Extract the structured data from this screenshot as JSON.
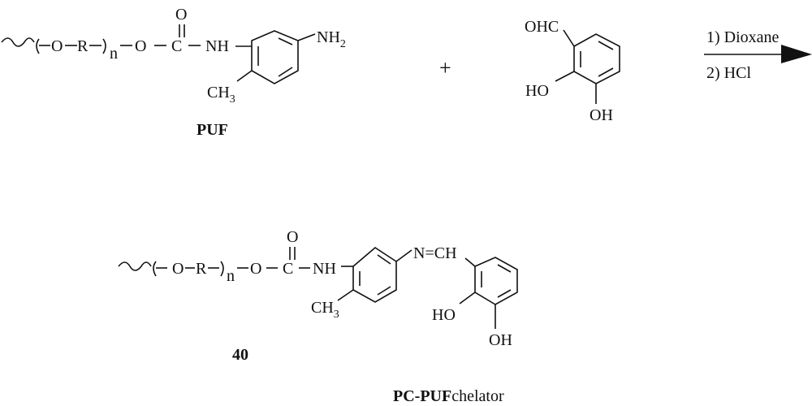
{
  "reactant1": {
    "atoms": {
      "o1": "O",
      "r": "R",
      "n": "n",
      "o2": "O",
      "c": "C",
      "o_carbonyl": "O",
      "nh": "NH",
      "nh2_main": "NH",
      "nh2_sub": "2",
      "ch3_main": "CH",
      "ch3_sub": "3"
    },
    "label": "PUF"
  },
  "plus": "+",
  "reactant2": {
    "atoms": {
      "ohc": "OHC",
      "ho": "HO",
      "oh": "OH"
    }
  },
  "arrow": {
    "condition1": "1) Dioxane",
    "condition2": "2) HCl"
  },
  "product": {
    "atoms": {
      "o1": "O",
      "r": "R",
      "n": "n",
      "o2": "O",
      "c": "C",
      "o_carbonyl": "O",
      "nh": "NH",
      "imine": "N=CH",
      "ch3_main": "CH",
      "ch3_sub": "3",
      "ho": "HO",
      "oh": "OH"
    },
    "compound_number": "40",
    "name_bold": "PC-PUF",
    "name_plain": "chelator"
  }
}
